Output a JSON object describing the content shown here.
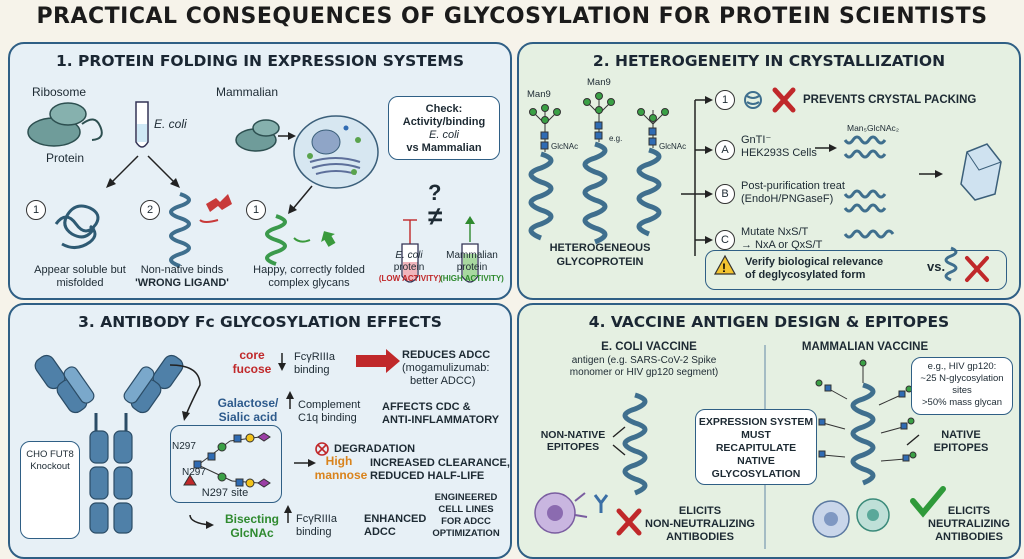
{
  "title": "PRACTICAL CONSEQUENCES OF GLYCOSYLATION FOR PROTEIN SCIENTISTS",
  "panel1": {
    "heading": "1. PROTEIN FOLDING IN EXPRESSION SYSTEMS",
    "ribosome": "Ribosome",
    "protein": "Protein",
    "ecoli": "E. coli",
    "mammalian": "Mammalian",
    "n1": "1",
    "n2": "2",
    "n3": "1",
    "misfolded": "Appear soluble but misfolded",
    "nonnative_a": "Non-native binds",
    "nonnative_b": "'WRONG LIGAND'",
    "happy": "Happy, correctly folded complex glycans",
    "check_a": "Check:",
    "check_b": "Activity/binding",
    "check_c": "E. coli",
    "check_d": "vs Mammalian",
    "ecoli_protein_a": "E. coli",
    "ecoli_protein_b": "protein",
    "low": "(LOW ACTIVITY)",
    "mam_protein_a": "Mammalian",
    "mam_protein_b": "protein",
    "high": "(HIGH ACTIVITY)",
    "q": "?",
    "neq": "≠"
  },
  "panel2": {
    "heading": "2. HETEROGENEITY IN CRYSTALLIZATION",
    "man9a": "Man9",
    "man9b": "Man9",
    "glcnac1": "GlcNAc",
    "eg": "e.g.",
    "glcnac2": "GlcNAc",
    "hetero_a": "HETEROGENEOUS",
    "hetero_b": "GLYCOPROTEIN",
    "n1": "1",
    "prevents": "PREVENTS CRYSTAL PACKING",
    "a": "A",
    "gnti_a": "GnTI⁻",
    "gnti_b": "HEK293S Cells",
    "man5": "Man₅GlcNAc₂",
    "b": "B",
    "post_a": "Post-purification treat",
    "post_b": "(EndoH/PNGaseF)",
    "c": "C",
    "mut_a": "Mutate NxS/T",
    "mut_b": "→ NxA or QxS/T",
    "verify_a": "Verify biological relevance",
    "verify_b": "of deglycosylated form",
    "vs": "vs."
  },
  "panel3": {
    "heading": "3. ANTIBODY Fc GLYCOSYLATION EFFECTS",
    "core_a": "core",
    "core_b": "fucose",
    "fcg1_a": "FcγRIIIa",
    "fcg1_b": "binding",
    "reduces": "REDUCES ADCC",
    "moga_a": "(mogamulizumab:",
    "moga_b": "better ADCC)",
    "gal_a": "Galactose/",
    "gal_b": "Sialic acid",
    "comp_a": "Complement",
    "comp_b": "C1q binding",
    "affects_a": "AFFECTS CDC &",
    "affects_b": "ANTI-INFLAMMATORY",
    "n297a": "N297",
    "n297b": "N297",
    "site": "N297 site",
    "cho_a": "CHO FUT8",
    "cho_b": "Knockout",
    "high_a": "High",
    "high_b": "mannose",
    "degradation": "DEGRADATION",
    "inc_a": "INCREASED CLEARANCE,",
    "inc_b": "REDUCED HALF-LIFE",
    "bis_a": "Bisecting",
    "bis_b": "GlcNAc",
    "fcg2_a": "FcγRIIIa",
    "fcg2_b": "binding",
    "enh_a": "ENHANCED",
    "enh_b": "ADCC",
    "eng_a": "ENGINEERED",
    "eng_b": "CELL LINES",
    "eng_c": "FOR ADCC",
    "eng_d": "OPTIMIZATION"
  },
  "panel4": {
    "heading": "4. VACCINE ANTIGEN DESIGN & EPITOPES",
    "ecoli_v": "E. COLI VACCINE",
    "ant_a": "antigen (e.g. SARS-CoV-2 Spike",
    "ant_b": "monomer or HIV gp120 segment)",
    "nonnat_a": "NON-NATIVE",
    "nonnat_b": "EPITOPES",
    "center_a": "EXPRESSION SYSTEM",
    "center_b": "MUST",
    "center_c": "RECAPITULATE",
    "center_d": "NATIVE",
    "center_e": "GLYCOSYLATION",
    "elicits1_a": "ELICITS",
    "elicits1_b": "NON-NEUTRALIZING",
    "elicits1_c": "ANTIBODIES",
    "mam_v": "MAMMALIAN VACCINE",
    "gp_a": "e.g., HIV gp120:",
    "gp_b": "~25 N-glycosylation",
    "gp_c": "sites",
    "gp_d": ">50% mass glycan",
    "native_a": "NATIVE",
    "native_b": "EPITOPES",
    "elicits2_a": "ELICITS",
    "elicits2_b": "NEUTRALIZING",
    "elicits2_c": "ANTIBODIES"
  },
  "colors": {
    "border": "#2f5f85",
    "red": "#c0282a",
    "green": "#2f8a2f",
    "helix": "#3f6f8e"
  }
}
